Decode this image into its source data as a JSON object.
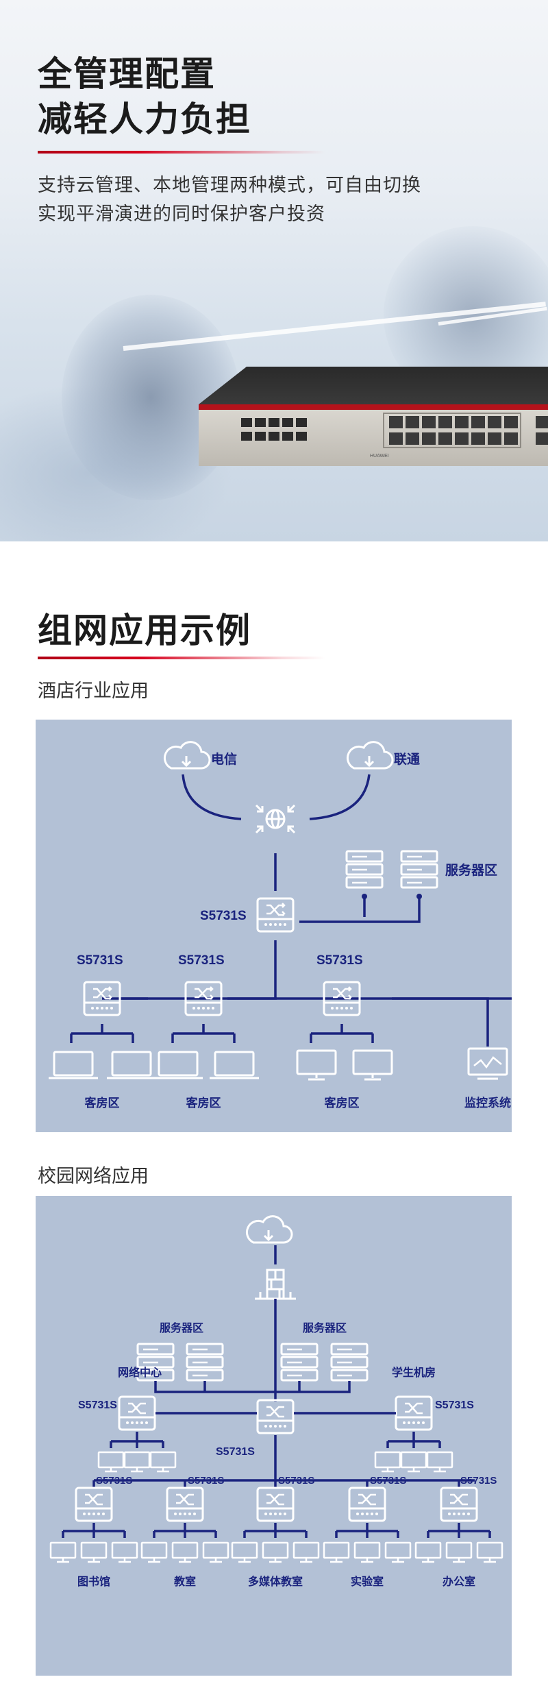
{
  "hero": {
    "title_line1": "全管理配置",
    "title_line2": "减轻人力负担",
    "subtitle_line1": "支持云管理、本地管理两种模式，可自由切换",
    "subtitle_line2": "实现平滑演进的同时保护客户投资",
    "device_brand": "HUAWEI"
  },
  "section": {
    "title": "组网应用示例"
  },
  "hotel": {
    "label": "酒店行业应用",
    "isp1": "电信",
    "isp2": "联通",
    "server_zone": "服务器区",
    "core_switch": "S5731S",
    "access_switch_1": "S5731S",
    "access_switch_2": "S5731S",
    "access_switch_3": "S5731S",
    "room_1": "客房区",
    "room_2": "客房区",
    "room_3": "客房区",
    "monitor": "监控系统"
  },
  "campus": {
    "label": "校园网络应用",
    "server_zone_1": "服务器区",
    "server_zone_2": "服务器区",
    "network_center": "网络中心",
    "student_lab": "学生机房",
    "switch_left": "S5731S",
    "switch_core": "S5731S",
    "switch_right": "S5731S",
    "switch_b1": "S5731S",
    "switch_b2": "S5731S",
    "switch_b3": "S5731S",
    "switch_b4": "S5731S",
    "switch_b5": "S5731S",
    "area_1": "图书馆",
    "area_2": "教室",
    "area_3": "多媒体教室",
    "area_4": "实验室",
    "area_5": "办公室"
  },
  "colors": {
    "accent_red": "#d6001c",
    "diagram_bg": "#b3c1d6",
    "diagram_line": "#1a237e",
    "icon_white": "#ffffff"
  }
}
